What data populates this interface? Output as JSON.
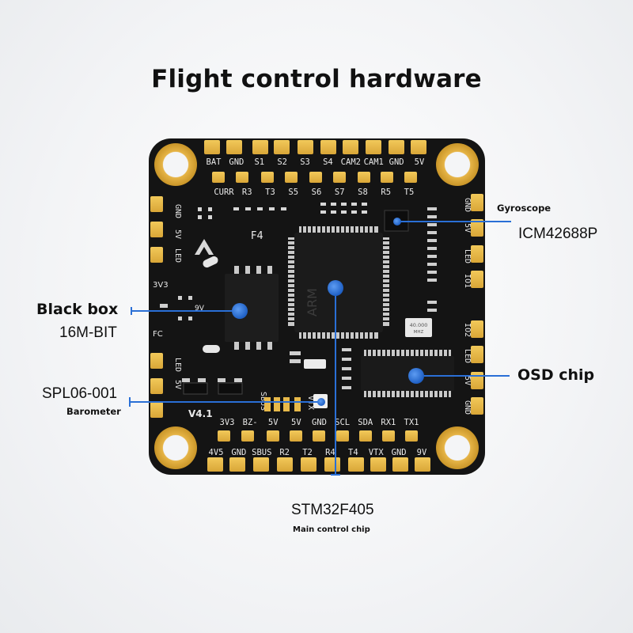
{
  "title": "Flight control hardware",
  "board": {
    "top_row_pads": [
      "BAT",
      "GND",
      "S1",
      "S2",
      "S3",
      "S4",
      "CAM2",
      "CAM1",
      "GND",
      "5V"
    ],
    "second_row": [
      "CURR",
      "R3",
      "T3",
      "S5",
      "S6",
      "S7",
      "S8",
      "R5",
      "T5"
    ],
    "bottom_row_pads": [
      "4V5",
      "GND",
      "SBUS",
      "R2",
      "T2",
      "R4",
      "T4",
      "VTX",
      "GND",
      "9V"
    ],
    "bottom_second_row": [
      "3V3",
      "BZ-",
      "5V",
      "5V",
      "GND",
      "SCL",
      "SDA",
      "RX1",
      "TX1"
    ],
    "left_side": [
      "GND",
      "5V",
      "LED"
    ],
    "left_side_lower": [
      "LED",
      "5V"
    ],
    "right_side": [
      "GND",
      "5V",
      "LED",
      "IO1"
    ],
    "right_side_lower": [
      "IO2",
      "LED",
      "5V",
      "GND"
    ],
    "f4_label": "F4",
    "v41_label": "V4.1",
    "left_3v3": "3V3",
    "left_fc": "FC",
    "left_9v": "9V",
    "sbus_vert": "SBUS",
    "vtx_vert": "VTX",
    "crystal": "40.000",
    "crystal_unit": "MHZ",
    "mcu_text": "ARM"
  },
  "callouts": {
    "gyroscope_title": "Gyroscope",
    "gyroscope_part": "ICM42688P",
    "blackbox_title": "Black box",
    "blackbox_part": "16M-BIT",
    "osd_title": "OSD chip",
    "baro_part": "SPL06-001",
    "baro_title": "Barometer",
    "mcu_part": "STM32F405",
    "mcu_title": "Main control chip"
  },
  "colors": {
    "board": "#151515",
    "pad": "#e7b94a",
    "accent": "#2a6fd6",
    "text": "#111111"
  }
}
